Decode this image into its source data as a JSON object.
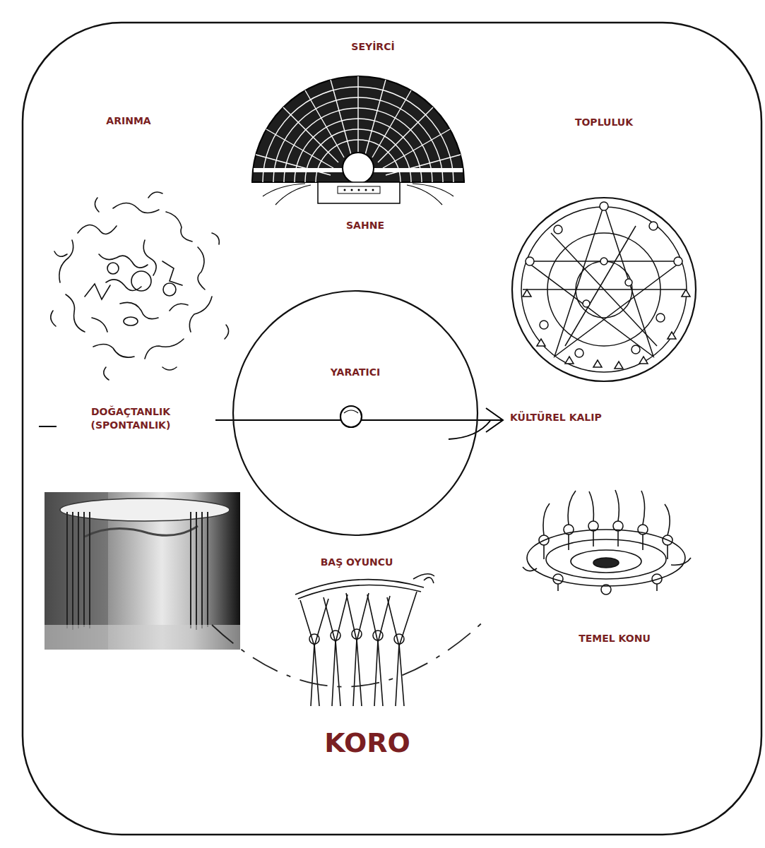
{
  "diagram": {
    "nodes": [
      {
        "text": [
          "YARATICI"
        ]
      }
    ],
    "labels": [
      "SEYİRCİ",
      "SAHNE",
      "ARINMA",
      "TOPLULUK",
      "DOĞAÇTANLIK (SPONTANLIK)",
      "KÜLTÜREL KALIP",
      "BAŞ OYUNCU",
      "TEMEL KONU",
      "KORO"
    ]
  }
}
